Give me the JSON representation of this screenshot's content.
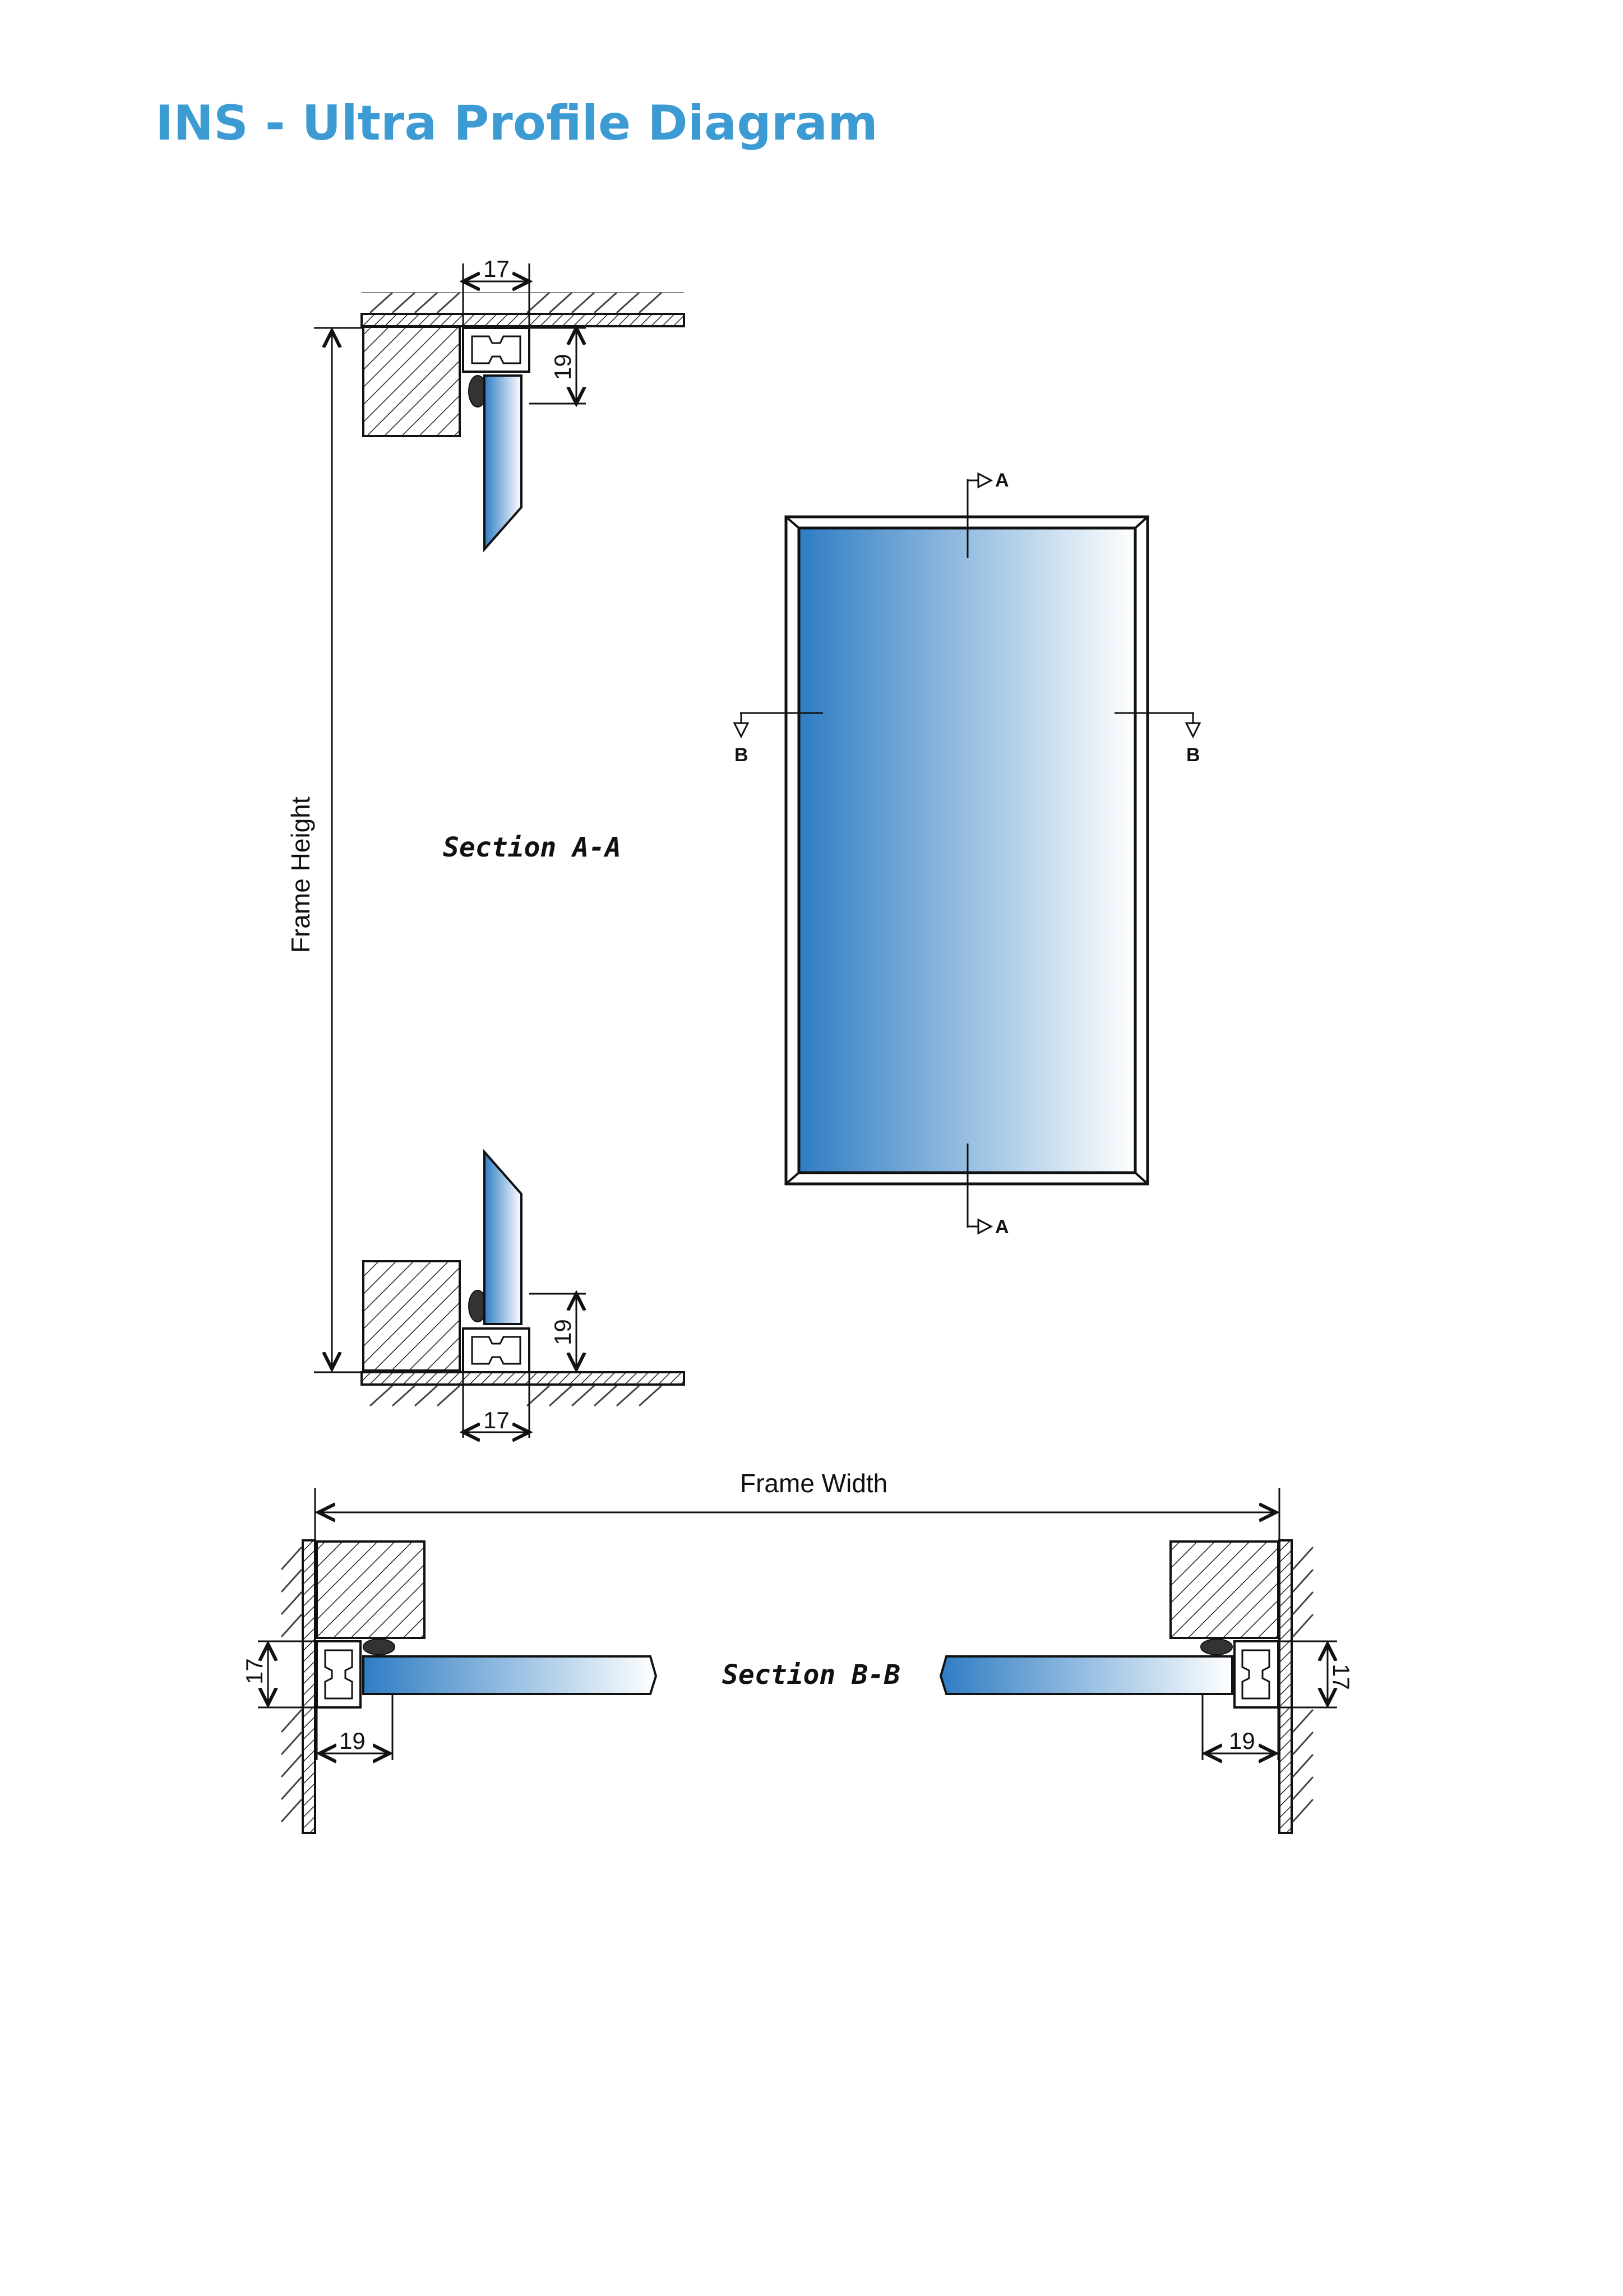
{
  "title": "INS - Ultra Profile Diagram",
  "colors": {
    "title": "#3d9bd3",
    "glass_dark": "#2f7dc4",
    "glass_light": "#ffffff"
  },
  "section_a": {
    "label": "Section A-A",
    "frame_height_label": "Frame Height",
    "top_width_dim": "17",
    "top_height_dim": "19",
    "bottom_width_dim": "17",
    "bottom_height_dim": "19"
  },
  "section_b": {
    "label": "Section B-B",
    "frame_width_label": "Frame Width",
    "left_height_dim": "17",
    "left_width_dim": "19",
    "right_height_dim": "17",
    "right_width_dim": "19"
  },
  "elevation": {
    "marker_a_top": "A",
    "marker_a_bottom": "A",
    "marker_b_left": "B",
    "marker_b_right": "B"
  }
}
